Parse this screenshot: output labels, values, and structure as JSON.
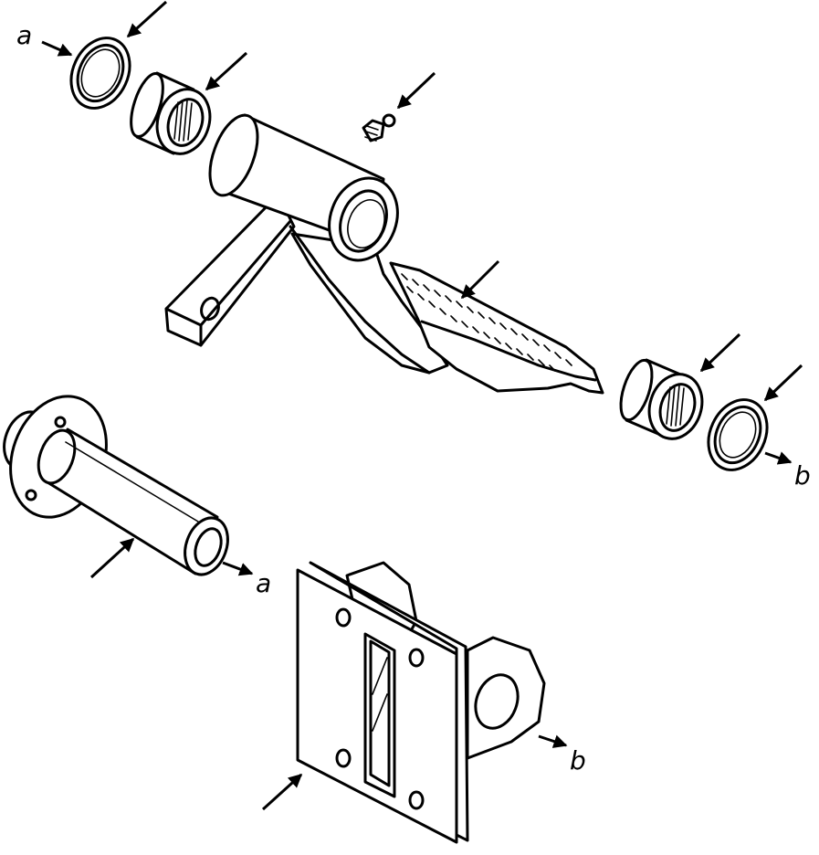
{
  "labels": {
    "a1": "a",
    "a2": "a",
    "b1": "b",
    "b2": "b"
  },
  "colors": {
    "ink": "#000000",
    "paper": "#ffffff"
  }
}
